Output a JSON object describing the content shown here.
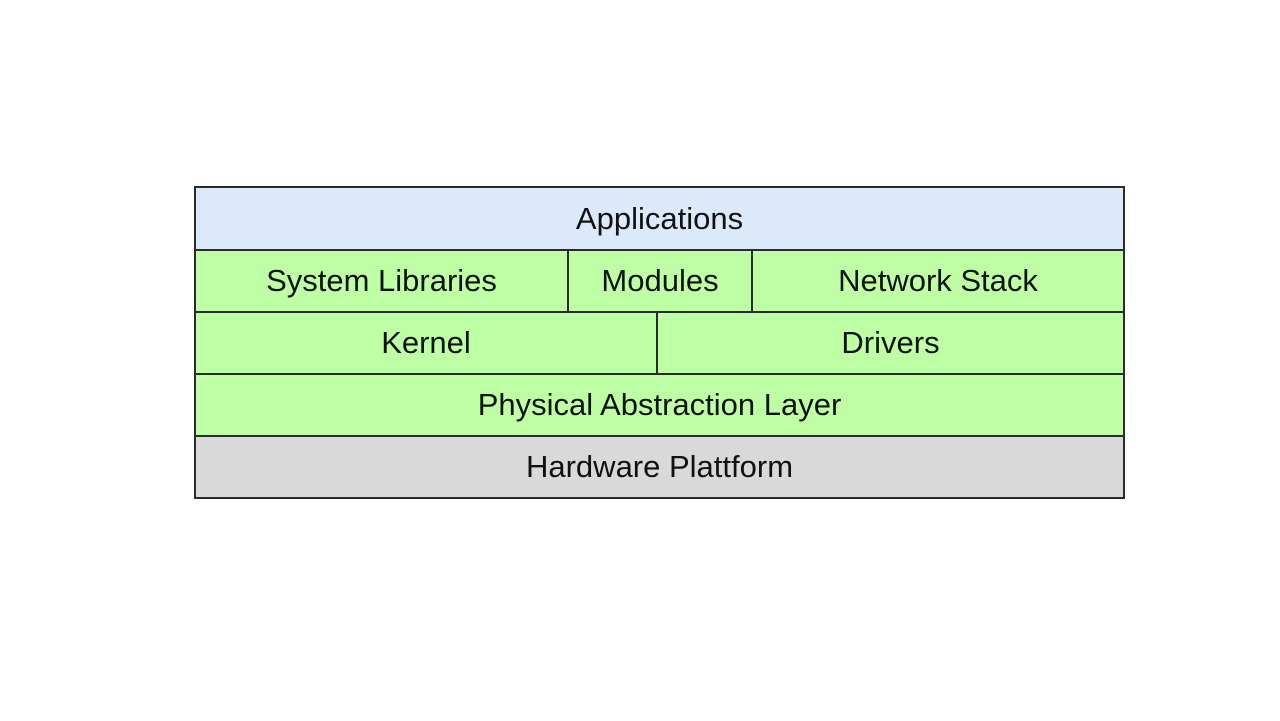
{
  "diagram": {
    "layers": {
      "applications": "Applications",
      "system_libraries": "System Libraries",
      "modules": "Modules",
      "network_stack": "Network Stack",
      "kernel": "Kernel",
      "drivers": "Drivers",
      "physical_abstraction_layer": "Physical Abstraction Layer",
      "hardware_platform": "Hardware Plattform"
    },
    "colors": {
      "applications": "#dce9fa",
      "middle_layers": "#beffa6",
      "hardware": "#d9d9d9",
      "border": "#2b2b2b"
    }
  }
}
